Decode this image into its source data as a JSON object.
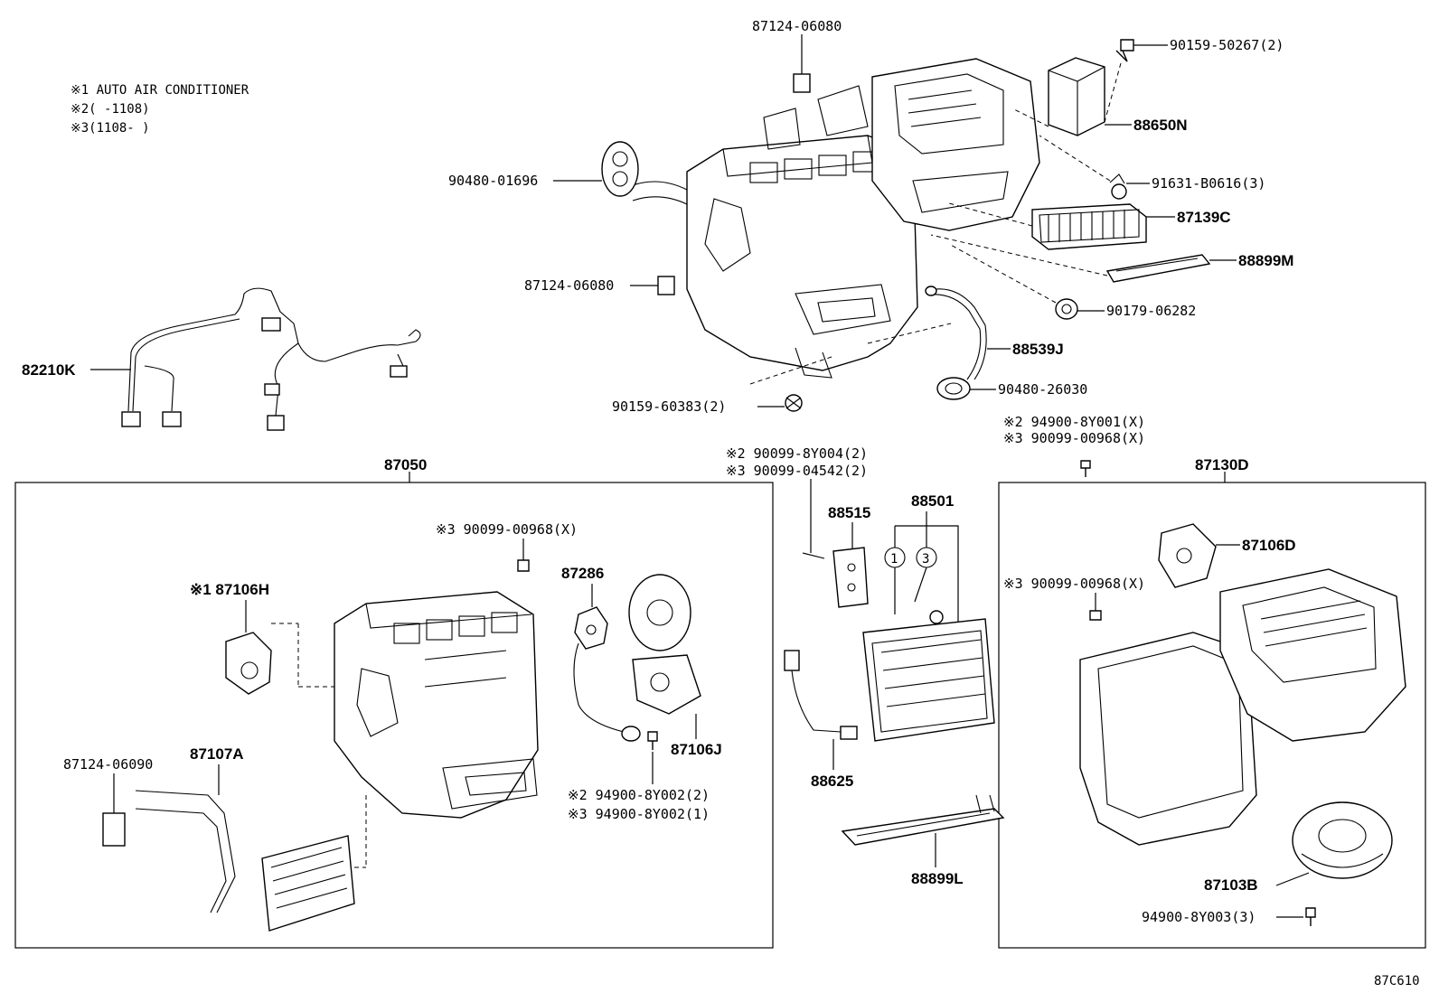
{
  "notes": {
    "n1": "※1 AUTO AIR CONDITIONER",
    "n2": "※2(     -1108)",
    "n3": "※3(1108-     )"
  },
  "figure_code": "87C610",
  "circled": {
    "c1": "1",
    "c3": "3"
  },
  "labels": {
    "p87124_06080_top": "87124-06080",
    "p90159_50267": "90159-50267(2)",
    "p88650N": "88650N",
    "p90480_01696": "90480-01696",
    "p91631_B0616": "91631-B0616(3)",
    "p87139C": "87139C",
    "p88899M": "88899M",
    "p87124_06080_mid": "87124-06080",
    "p90179_06282": "90179-06282",
    "p82210K": "82210K",
    "p88539J": "88539J",
    "p90480_26030": "90480-26030",
    "p90159_60383": "90159-60383(2)",
    "p94900_8Y001": "※2 94900-8Y001(X)",
    "p90099_00968_right_top": "※3 90099-00968(X)",
    "p90099_8Y004": "※2 90099-8Y004(2)",
    "p90099_04542": "※3 90099-04542(2)",
    "p87050": "87050",
    "p87130D": "87130D",
    "p90099_00968_left": "※3 90099-00968(X)",
    "p87286": "87286",
    "p88515": "88515",
    "p88501": "88501",
    "p87106D": "87106D",
    "p90099_00968_right": "※3 90099-00968(X)",
    "p87106H": "※1 87106H",
    "p87106J": "87106J",
    "p87124_06090": "87124-06090",
    "p87107A": "87107A",
    "p94900_8Y002_2": "※2 94900-8Y002(2)",
    "p94900_8Y002_1": "※3 94900-8Y002(1)",
    "p88625": "88625",
    "p88899L": "88899L",
    "p87103B": "87103B",
    "p94900_8Y003": "94900-8Y003(3)"
  }
}
